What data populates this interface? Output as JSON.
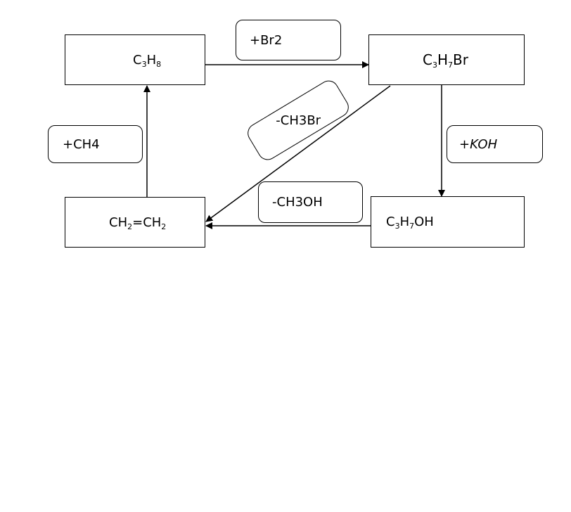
{
  "nodes": {
    "propane": {
      "parts": [
        "C",
        "3",
        "H",
        "8"
      ]
    },
    "bromopropane": {
      "parts": [
        "C",
        "3",
        "H",
        "7",
        "Br"
      ]
    },
    "ethene": {
      "parts": [
        "CH",
        "2",
        "=CH",
        "2"
      ]
    },
    "propanol": {
      "parts": [
        "C",
        "3",
        "H",
        "7",
        "OH"
      ]
    }
  },
  "reagents": {
    "br2": "+Br2",
    "koh": "+KOH",
    "ch4": "+CH4",
    "ch3br": "-CH3Br",
    "ch3oh": "-CH3OH"
  },
  "colors": {
    "stroke": "#000000",
    "background": "#ffffff"
  }
}
